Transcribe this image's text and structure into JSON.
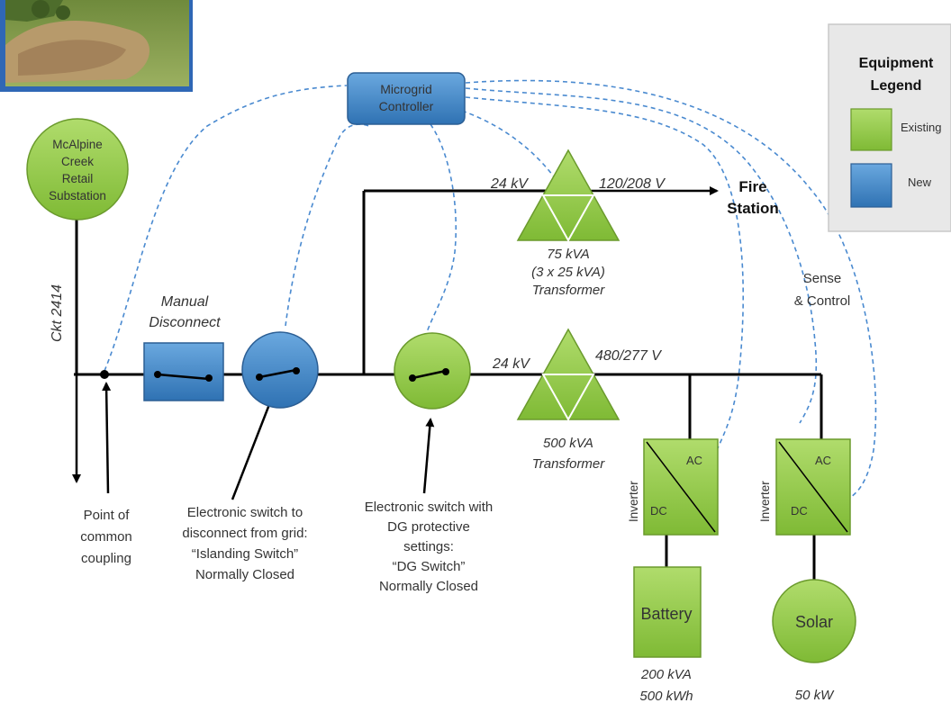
{
  "colors": {
    "existing": "#8dc63f",
    "new": "#3f88c8",
    "control_line": "#3f88c8",
    "power_line": "#000000"
  },
  "photo": {
    "icon": "landscape-photo-thumbnail"
  },
  "substation": {
    "label_lines": [
      "McAlpine",
      "Creek",
      "Retail",
      "Substation"
    ]
  },
  "circuit_label": "Ckt 2414",
  "microgrid_controller": {
    "label_lines": [
      "Microgrid",
      "Controller"
    ]
  },
  "manual_disconnect": {
    "label_lines": [
      "Manual",
      "Disconnect"
    ]
  },
  "point_of_common_coupling": {
    "label_lines": [
      "Point of",
      "common",
      "coupling"
    ]
  },
  "islanding_switch": {
    "label_lines": [
      "Electronic switch to",
      "disconnect from grid:",
      "“Islanding  Switch”",
      "Normally Closed"
    ]
  },
  "dg_switch": {
    "label_lines": [
      "Electronic switch with",
      "DG protective",
      "settings:",
      "“DG Switch”",
      "Normally Closed"
    ]
  },
  "fire_station_transformer": {
    "primary_voltage": "24 kV",
    "secondary_voltage": "120/208 V",
    "destination_lines": [
      "Fire",
      "Station"
    ],
    "rating_lines": [
      "75 kVA",
      "(3 x 25 kVA)",
      "Transformer"
    ]
  },
  "main_transformer": {
    "primary_voltage": "24 kV",
    "secondary_voltage": "480/277 V",
    "rating_lines": [
      "500 kVA",
      "Transformer"
    ]
  },
  "inverters": [
    {
      "label": "Inverter",
      "ac": "AC",
      "dc": "DC"
    },
    {
      "label": "Inverter",
      "ac": "AC",
      "dc": "DC"
    }
  ],
  "battery": {
    "label": "Battery",
    "rating_lines": [
      "200 kVA",
      "500 kWh"
    ]
  },
  "solar": {
    "label": "Solar",
    "rating": "50 kW"
  },
  "sense_control": {
    "label_lines": [
      "Sense",
      "& Control"
    ]
  },
  "legend": {
    "title_lines": [
      "Equipment",
      "Legend"
    ],
    "items": [
      {
        "label": "Existing",
        "color": "#8dc63f"
      },
      {
        "label": "New",
        "color": "#3f88c8"
      }
    ]
  }
}
